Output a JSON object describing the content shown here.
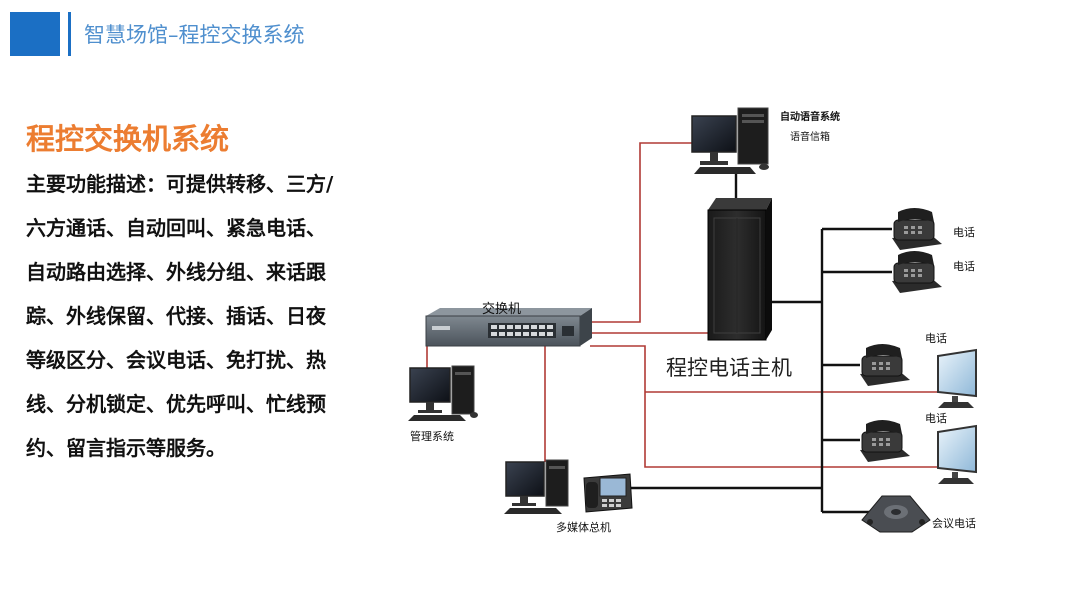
{
  "header": {
    "title": "智慧场馆–程控交换系统",
    "accent_color": "#1b6fc4",
    "title_color": "#4f8fce"
  },
  "section": {
    "title": "程控交换机系统",
    "title_color": "#ec7d31"
  },
  "description": {
    "lines": [
      "主要功能描述：可提供转移、三方/",
      "六方通话、自动回叫、紧急电话、",
      "自动路由选择、外线分组、来话跟",
      "踪、外线保留、代接、插话、日夜",
      "等级区分、会议电话、免打扰、热",
      "线、分机锁定、优先呼叫、忙线预",
      "约、留言指示等服务。"
    ]
  },
  "diagram": {
    "switch_label": "交换机",
    "pbx_label": "程控电话主机",
    "voice_system_label": "自动语音系统",
    "voicemail_label": "语音信箱",
    "management_label": "管理系统",
    "multimedia_label": "多媒体总机",
    "phone_labels": [
      "电话",
      "电话",
      "电话",
      "电话"
    ],
    "conference_label": "会议电话",
    "line_colors": {
      "link": "#b03a35",
      "trunk": "#111111"
    }
  }
}
